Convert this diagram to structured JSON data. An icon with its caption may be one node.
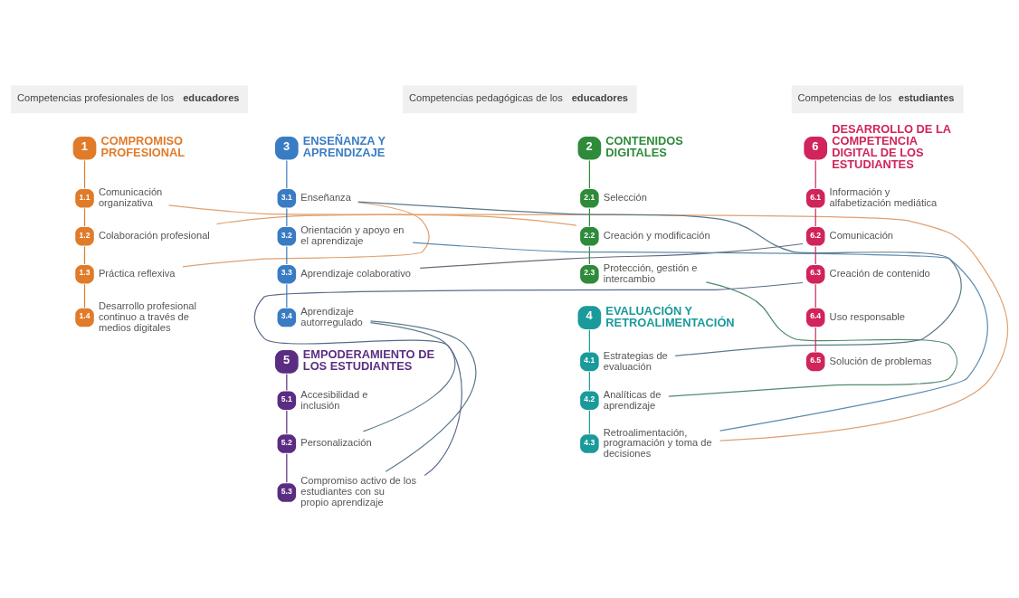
{
  "diagram": {
    "nodes": [
      {
        "text": [
          "1"
        ],
        "beside": [
          "COMPROMISO PROFESIONAL"
        ]
      },
      {
        "text": [
          "1.1"
        ],
        "beside": [
          "Comunicación organizativa"
        ]
      },
      {
        "text": [
          "1.2"
        ],
        "beside": [
          "Colaboración profesional"
        ]
      },
      {
        "text": [
          "1.3"
        ],
        "beside": [
          "Práctica reflexiva"
        ]
      },
      {
        "text": [
          "1.4"
        ],
        "beside": [
          "Desarrollo profesional continuo a través de medios digitales"
        ]
      },
      {
        "text": [
          "2"
        ],
        "beside": [
          "CONTENIDOS DIGITALES"
        ]
      },
      {
        "text": [
          "2.1"
        ],
        "beside": [
          "Selección"
        ]
      },
      {
        "text": [
          "2.2"
        ],
        "beside": [
          "Creación y modificación"
        ]
      },
      {
        "text": [
          "2.3"
        ],
        "beside": [
          "Protección, gestión e intercambio"
        ]
      },
      {
        "text": [
          "3"
        ],
        "beside": [
          "ENSEÑANZA Y APRENDIZAJE"
        ]
      },
      {
        "text": [
          "3.1"
        ],
        "beside": [
          "Enseñanza"
        ]
      },
      {
        "text": [
          "3.2"
        ],
        "beside": [
          "Orientación y apoyo en el aprendizaje"
        ]
      },
      {
        "text": [
          "3.3"
        ],
        "beside": [
          "Aprendizaje colaborativo"
        ]
      },
      {
        "text": [
          "3.4"
        ],
        "beside": [
          "Aprendizaje autorregulado"
        ]
      },
      {
        "text": [
          "4"
        ],
        "beside": [
          "EVALUACIÓN Y RETROALIMENTACIÓN"
        ]
      },
      {
        "text": [
          "4.1"
        ],
        "beside": [
          "Estrategias de evaluación"
        ]
      },
      {
        "text": [
          "4.2"
        ],
        "beside": [
          "Analíticas de aprendizaje"
        ]
      },
      {
        "text": [
          "4.3"
        ],
        "beside": [
          "Retroalimentación, programación y toma de decisiones"
        ]
      },
      {
        "text": [
          "5"
        ],
        "beside": [
          "EMPODERAMIENTO DE LOS ESTUDIANTES"
        ]
      },
      {
        "text": [
          "5.1"
        ],
        "beside": [
          "Accesibilidad e inclusión"
        ]
      },
      {
        "text": [
          "5.2"
        ],
        "beside": [
          "Personalización"
        ]
      },
      {
        "text": [
          "5.3"
        ],
        "beside": [
          "Compromiso activo de los estudiantes con su propio aprendizaje"
        ]
      },
      {
        "text": [
          "6"
        ],
        "beside": [
          "DESARROLLO DE LA COMPETENCIA DIGITAL DE LOS ESTUDIANTES"
        ]
      },
      {
        "text": [
          "6.1"
        ],
        "beside": [
          "Información y alfabetización mediática"
        ]
      },
      {
        "text": [
          "6.2"
        ],
        "beside": [
          "Comunicación"
        ]
      },
      {
        "text": [
          "6.3"
        ],
        "beside": [
          "Creación de contenido"
        ]
      },
      {
        "text": [
          "6.4"
        ],
        "beside": [
          "Uso responsable"
        ]
      },
      {
        "text": [
          "6.5"
        ],
        "beside": [
          "Solución de problemas"
        ]
      }
    ],
    "edges": [
      {
        "from": 0,
        "to": 1,
        "arrow": "none",
        "color": "#e07b2a"
      },
      {
        "from": 1,
        "to": 2,
        "arrow": "none",
        "color": "#e07b2a"
      },
      {
        "from": 2,
        "to": 3,
        "arrow": "none",
        "color": "#e07b2a"
      },
      {
        "from": 3,
        "to": 4,
        "arrow": "none",
        "color": "#e07b2a"
      },
      {
        "from": 5,
        "to": 6,
        "arrow": "none",
        "color": "#2e8b3a"
      },
      {
        "from": 6,
        "to": 7,
        "arrow": "none",
        "color": "#2e8b3a"
      },
      {
        "from": 7,
        "to": 8,
        "arrow": "none",
        "color": "#2e8b3a"
      },
      {
        "from": 9,
        "to": 10,
        "arrow": "none",
        "color": "#3a7cc4"
      },
      {
        "from": 10,
        "to": 11,
        "arrow": "none",
        "color": "#3a7cc4"
      },
      {
        "from": 11,
        "to": 12,
        "arrow": "none",
        "color": "#3a7cc4"
      },
      {
        "from": 12,
        "to": 13,
        "arrow": "none",
        "color": "#3a7cc4"
      },
      {
        "from": 14,
        "to": 15,
        "arrow": "none",
        "color": "#1a9a9a"
      },
      {
        "from": 15,
        "to": 16,
        "arrow": "none",
        "color": "#1a9a9a"
      },
      {
        "from": 16,
        "to": 17,
        "arrow": "none",
        "color": "#1a9a9a"
      },
      {
        "from": 18,
        "to": 19,
        "arrow": "none",
        "color": "#5b2d82"
      },
      {
        "from": 19,
        "to": 20,
        "arrow": "none",
        "color": "#5b2d82"
      },
      {
        "from": 20,
        "to": 21,
        "arrow": "none",
        "color": "#5b2d82"
      },
      {
        "from": 22,
        "to": 23,
        "arrow": "none",
        "color": "#d0245a"
      },
      {
        "from": 23,
        "to": 24,
        "arrow": "none",
        "color": "#d0245a"
      },
      {
        "from": 24,
        "to": 25,
        "arrow": "none",
        "color": "#d0245a"
      },
      {
        "from": 25,
        "to": 26,
        "arrow": "none",
        "color": "#d0245a"
      },
      {
        "from": 26,
        "to": 27,
        "arrow": "none",
        "color": "#d0245a"
      },
      {
        "from": 1,
        "to": 17,
        "arrow": "none",
        "color": "#e0a070"
      },
      {
        "from": 2,
        "to": 7,
        "arrow": "none",
        "color": "#e0a070"
      },
      {
        "from": 3,
        "to": 10,
        "arrow": "none",
        "color": "#e0a070"
      },
      {
        "from": 8,
        "to": 16,
        "arrow": "none",
        "color": "#4f8a6a"
      },
      {
        "from": 15,
        "to": 10,
        "arrow": "none",
        "color": "#5a7a8a"
      },
      {
        "from": 17,
        "to": 11,
        "arrow": "none",
        "color": "#5a8ab0"
      },
      {
        "from": 12,
        "to": 24,
        "arrow": "none",
        "color": "#6a6a7a"
      },
      {
        "from": 13,
        "to": 20,
        "arrow": "none",
        "color": "#5a7a8a"
      },
      {
        "from": 13,
        "to": 21,
        "arrow": "none",
        "color": "#5a7a8a"
      },
      {
        "from": 21,
        "to": 25,
        "arrow": "none",
        "color": "#5a6a8a"
      }
    ],
    "labels": [
      "Competencias profesionales de los **educadores**",
      "Competencias pedagógicas de los **educadores**",
      "Competencias de los **estudiantes**"
    ]
  }
}
